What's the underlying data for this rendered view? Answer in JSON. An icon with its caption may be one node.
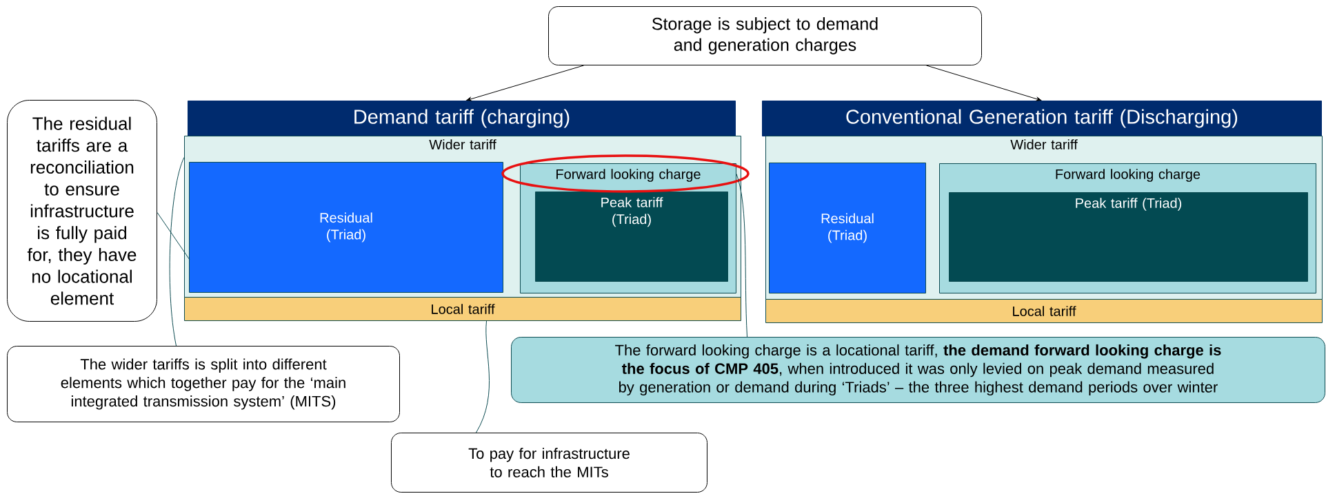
{
  "diagram": {
    "nodes": [
      {
        "text": [
          "Storage is subject to demand and generation charges"
        ]
      },
      {
        "text": [
          "Demand tariff (charging)"
        ]
      },
      {
        "text": [
          "Wider tariff"
        ]
      },
      {
        "text": [
          "Residual (Triad)"
        ],
        "in": 2
      },
      {
        "text": [
          "Forward looking charge"
        ],
        "in": 2
      },
      {
        "text": [
          "Peak tariff (Triad)"
        ],
        "in": 4
      },
      {
        "text": [
          "Local tariff"
        ]
      },
      {
        "text": [
          "Conventional Generation tariff (Discharging)"
        ]
      },
      {
        "text": [
          "Wider tariff"
        ]
      },
      {
        "text": [
          "Residual (Triad)"
        ],
        "in": 8
      },
      {
        "text": [
          "Forward looking charge"
        ],
        "in": 8
      },
      {
        "text": [
          "Peak tariff  (Triad)"
        ],
        "in": 10
      },
      {
        "text": [
          "Local tariff"
        ]
      },
      {
        "text": [
          "The residual tariffs are a reconciliation to ensure infrastructure is fully paid for, they have no locational element"
        ]
      },
      {
        "text": [
          "The wider tariffs is split into different elements which together pay for the ‘main integrated transmission system’ (MITS)"
        ]
      },
      {
        "text": [
          "The forward looking charge is a locational tariff, **the demand forward looking charge is the focus of CMP 405**, when introduced it was only levied on peak demand measured by generation or demand during ‘Triads’ – the three highest demand periods over winter"
        ]
      },
      {
        "text": [
          "To pay for infrastructure to reach the MITs"
        ]
      }
    ],
    "edges": [
      {
        "from": 0,
        "to": 1,
        "arrow": "to",
        "color": "#000000"
      },
      {
        "from": 0,
        "to": 7,
        "arrow": "to",
        "color": "#000000"
      },
      {
        "from": 13,
        "to": 3,
        "arrow": "none"
      },
      {
        "from": 14,
        "to": 2,
        "arrow": "none"
      },
      {
        "from": 15,
        "to": 4,
        "arrow": "none"
      },
      {
        "from": 16,
        "to": 6,
        "arrow": "none"
      }
    ]
  }
}
